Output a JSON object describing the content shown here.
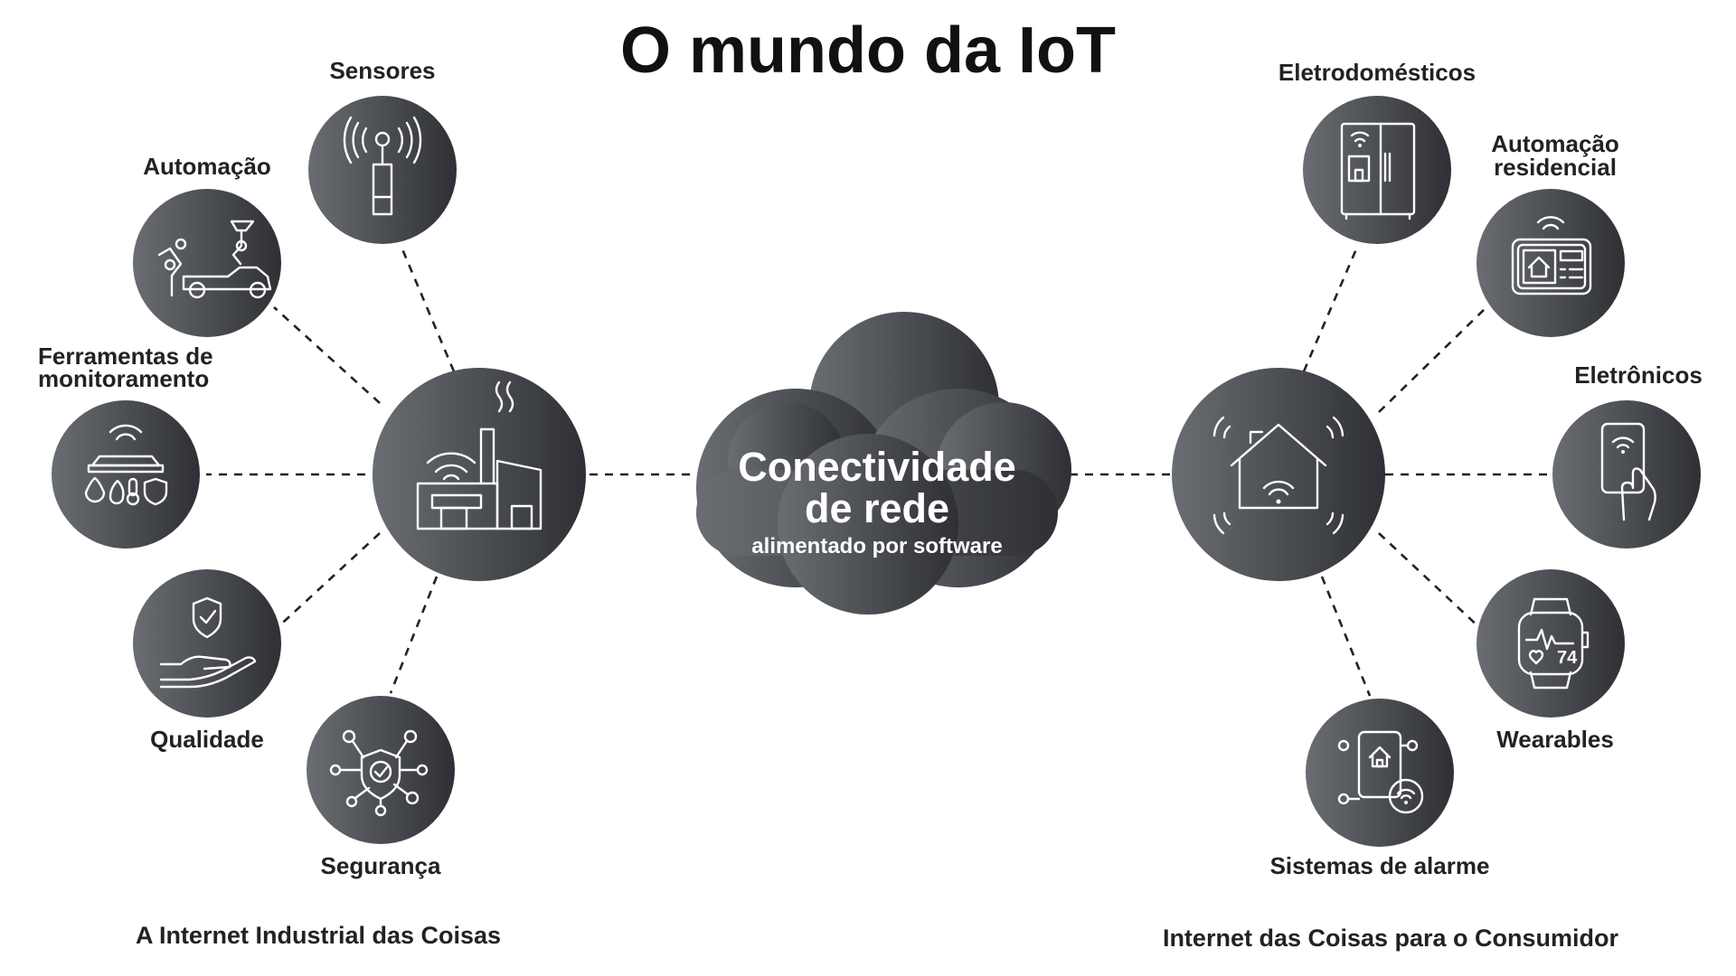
{
  "title": "O mundo da IoT",
  "cloud": {
    "line1": "Conectividade",
    "line2": "de rede",
    "line3": "alimentado por software"
  },
  "industrial": {
    "group_label": "A Internet Industrial das Coisas",
    "nodes": {
      "sensores": "Sensores",
      "automacao": "Automação",
      "ferramentas_1": "Ferramentas de",
      "ferramentas_2": "monitoramento",
      "qualidade": "Qualidade",
      "seguranca": "Segurança"
    }
  },
  "consumer": {
    "group_label": "Internet das Coisas para o Consumidor",
    "nodes": {
      "eletrodomesticos": "Eletrodomésticos",
      "automacao_res_1": "Automação",
      "automacao_res_2": "residencial",
      "eletronicos": "Eletrônicos",
      "wearables": "Wearables",
      "alarme": "Sistemas de alarme"
    },
    "watch_reading": "74"
  },
  "colors": {
    "node_dark": "#2f3136",
    "node_light": "#6b6e73",
    "line": "#222222",
    "text": "#222222"
  }
}
